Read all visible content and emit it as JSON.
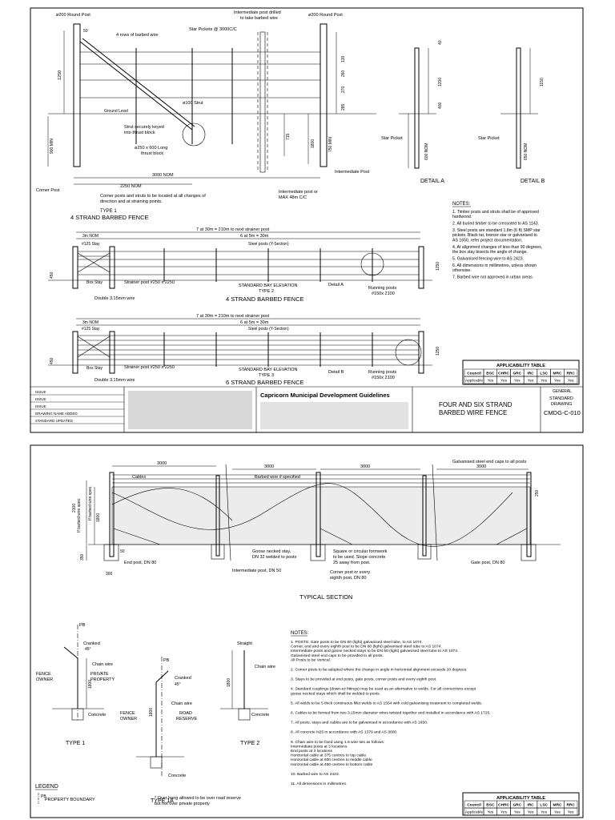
{
  "sheet1": {
    "type1": {
      "labels": {
        "round_post_200_left": "ø200 Round Post",
        "intermediate_post_drilled_1": "Intermediate post drilled",
        "intermediate_post_drilled_2": "to take barbed wire",
        "round_post_200_right": "ø200 Round Post",
        "four_rows_barbed": "4 rows of barbed wire",
        "star_pickets": "Star Pickets @ 3000C/C",
        "dim_50": "50",
        "dim_1250": "1250",
        "dim_130": "130",
        "dim_260": "260",
        "dim_270": "270",
        "dim_285": "285",
        "strut_100": "ø100 Strut",
        "ground_level": "Ground Level",
        "strut_keyed_1": "Strut securely keyed",
        "strut_keyed_2": "into thrust block",
        "thrust_block_1": "ø250 x 600 Long",
        "thrust_block_2": "thrust block",
        "dim_900min": "900 MIN",
        "dim_1800": "1800",
        "dim_715": "715",
        "dim_750min": "750 MIN",
        "corner_post": "Corner Post",
        "dim_2250nom": "2250 NOM",
        "dim_3000nom": "3000 NOM",
        "intermediate_post": "Intermediate Post",
        "corner_note_1": "Corner posts and struts to be located at all changes of",
        "corner_note_2": "direction and at straining points.",
        "int_note_1": "Intermediate post or",
        "int_note_2": "MAX 48m C/C",
        "type_label": "TYPE 1",
        "title": "4 STRAND BARBED FENCE"
      },
      "detail_a": {
        "dim_40": "40",
        "dim_1200": "1200",
        "dim_400": "400",
        "dim_600nom": "600 NOM",
        "star_picket": "Star Picket",
        "label": "DETAIL A"
      },
      "detail_b": {
        "dim_1150": "1150",
        "dim_650nom": "650 NOM",
        "star_picket": "Star Picket",
        "label": "DETAIL B"
      }
    },
    "notes": {
      "heading": "NOTES:",
      "items": [
        [
          "1.  Timber posts and struts shall be of approved",
          "     hardwood."
        ],
        [
          "2.  All buried timber to be creosoted to AS 1143."
        ],
        [
          "3.  Steel posts are standard 1.8m (6 ft) SMP star",
          "     pickets. Black tar, bronze star or galvanised to",
          "     AS 1650, refer project documentation."
        ],
        [
          "4.  At alignment changes of less than 90 degrees,",
          "     the box stay bisects the angle of change."
        ],
        [
          "5.  Galvanised fencing wire to AS 2423."
        ],
        [
          "6.  All dimensions in millimetres, unless shown",
          "     otherwise."
        ],
        [
          "7.  Barbed wire not approved in urban areas."
        ]
      ]
    },
    "type2": {
      "dim_total": "7 at 30m = 210m to next strainer post",
      "dim_3m": "3m NOM",
      "dim_6at5": "6 at 5m = 30m",
      "stay_125": "#125 Stay",
      "steel_posts": "Steel posts (Y-Section)",
      "box_stay": "Box Stay",
      "strainer": "Strainer post #250 x 2250",
      "double_wire": "Double 3.15mm wire",
      "elevation": "STANDARD BAY ELEVATION",
      "type_label": "TYPE 2",
      "detail_a": "Detail A",
      "running_1": "Running posts",
      "running_2": "#150x 2100",
      "title": "4 STRAND BARBED FENCE",
      "dim_450": "450",
      "dim_1250": "1250"
    },
    "type3": {
      "dim_total": "7 at 30m = 210m to next strainer post",
      "dim_3m": "3m NOM",
      "dim_6at5": "6 at 5m = 30m",
      "stay_125": "#125 Stay",
      "steel_posts": "Steel posts (Y-Section)",
      "box_stay": "Box Stay",
      "strainer": "Strainer post #250 x 2250",
      "double_wire": "Double 3.15mm wire",
      "elevation": "STANDARD BAY ELEVATION",
      "type_label": "TYPE 3",
      "detail_b": "Detail B",
      "running_1": "Running posts",
      "running_2": "#150x 2100",
      "title": "6 STRAND BARBED FENCE",
      "dim_450": "450",
      "dim_1250": "1250"
    },
    "applicability": {
      "title": "APPLICABILITY TABLE",
      "headers": [
        "Council",
        "BSC",
        "CHRC",
        "GRC",
        "IRC",
        "LSC",
        "MRC",
        "RRC"
      ],
      "row": [
        "Applicable",
        "Yes",
        "Yes",
        "Yes",
        "Yes",
        "Yes",
        "Yes",
        "Yes"
      ]
    },
    "title_block": {
      "rev_rows": [
        "ISSUE",
        "ISSUE",
        "ISSUE",
        "DRAWING NAME ADDED",
        "STANDARD UPDATED"
      ],
      "guidelines": "Capricorn Municipal Development Guidelines",
      "drawing_title_1": "FOUR AND SIX STRAND",
      "drawing_title_2": "BARBED WIRE FENCE",
      "general": "GENERAL",
      "standard": "STANDARD",
      "drawing": "DRAWING",
      "number": "CMDG-C-010"
    }
  },
  "sheet2": {
    "section": {
      "galv_caps": "Galvanised steel end caps to all posts",
      "dim_3000_a": "3000",
      "dim_3000_b": "3000",
      "dim_3000_c": "3000",
      "dim_3000_d": "3000",
      "cables": "Cables",
      "barbed_if_specified": "Barbed wire if specified",
      "dim_250": "250",
      "dim_1800": "1800",
      "left_dim_1": "If barbed wire spec.",
      "left_dim_2": "If barbed wire spec.",
      "dim_2100": "2100",
      "dim_350": "350",
      "dim_50": "50",
      "dim_300": "300",
      "gooseneck_1": "Goose necked stay,",
      "gooseneck_2": "DN 32 welded to posts",
      "footing_1": "Square or circular formwork",
      "footing_2": "to be used. Slope concrete",
      "footing_3": "25 away from post.",
      "corner_every_1": "Corner post or every",
      "corner_every_2": "eighth post, DN 80",
      "end_post": "End post, DN 80",
      "intermediate": "Intermediate post, DN 50",
      "gate_post": "Gate post, DN 80",
      "label": "TYPICAL SECTION"
    },
    "types": {
      "t1_cranked": "Cranked",
      "t1_45": "45°",
      "t1_chain": "Chain wire",
      "t1_private_1": "PRIVATE",
      "t1_private_2": "PROPERTY",
      "t1_fence_owner_1": "FENCE",
      "t1_fence_owner_2": "OWNER",
      "t1_1800": "1800",
      "t1_concrete": "Concrete",
      "t1_label": "TYPE 1",
      "t1a_cranked": "Cranked",
      "t1a_45": "45°",
      "t1a_chain": "Chain wire",
      "t1a_road_1": "ROAD",
      "t1a_road_2": "RESERVE",
      "t1a_fence_owner_1": "FENCE",
      "t1a_fence_owner_2": "OWNER",
      "t1a_1800": "1800",
      "t1a_concrete": "Concrete",
      "t1a_label": "TYPE 1A",
      "t2_straight": "Straight",
      "t2_chain": "Chain wire",
      "t2_1800": "1800",
      "t2_concrete": "Concrete",
      "t2_label": "TYPE 2",
      "pb": "PB"
    },
    "notes": {
      "heading": "NOTES:",
      "items": [
        [
          "1.  POSTS: Gate posts to be DN 80 (light) galvanised steel tube, to AS 1074.",
          "     Corner, end and every eighth post to be DN 80 (light) galvanised steel tube to AS 1074.",
          "     Intermediate posts and goose necked stays to be DN 50 (light) galvanised steel tube to AS 1074.",
          "     Galvanised steel end caps to be provided to all posts.",
          "     All Posts to be Vertical."
        ],
        [
          "2.  Corner posts to be adopted where the change in angle in horizontal alignment exceeds 20 degrees."
        ],
        [
          "3.  Stays to be provided at end posts, gate posts, corner posts and every eighth post."
        ],
        [
          "4.  Standard couplings (down-ez fittings) may be used as an alternative to welds. For all connections except",
          "     goose necked stays which shall be welded to posts."
        ],
        [
          "5.  All welds to be 5 thick continuous fillet welds to AS 1554 with cold galvanising treatment to completed welds."
        ],
        [
          "6.  Cables to be formed from two 3.15mm diameter wires twisted together and installed in accordance with AS 1725."
        ],
        [
          "7.  All posts, stays and cables are to be galvanised in accordance with AS 1650."
        ],
        [
          "8.  All concrete N25 in accordance with AS 1379 and AS 3600."
        ],
        [
          "9.  Chain wire to be fixed using 1.6 wire ties as follows:",
          "     Intermediate posts at 3 locations",
          "     End posts at 3 locations",
          "     Horizontal cable at 375 centres to top cable",
          "     Horizontal cable at 600 centres to middle cable",
          "     Horizontal cable at 450 centres to bottom cable"
        ],
        [
          "10. Barbed wire to AS 2423."
        ],
        [
          "11. All dimensions in millimetres."
        ]
      ]
    },
    "legend": {
      "heading": "LEGEND",
      "pb": "PB",
      "property_boundary": "PROPERTY BOUNDARY",
      "footnote_1": "*  Over hang allowed to be over road reserve",
      "footnote_2": "   but not over private property"
    },
    "applicability": {
      "title": "APPLICABILITY TABLE",
      "headers": [
        "Council",
        "BSC",
        "CHRC",
        "GRC",
        "IRC",
        "LSC",
        "MRC",
        "RRC"
      ],
      "row": [
        "Applicable",
        "Yes",
        "Yes",
        "Yes",
        "Yes",
        "Yes",
        "Yes",
        "Yes"
      ]
    }
  }
}
